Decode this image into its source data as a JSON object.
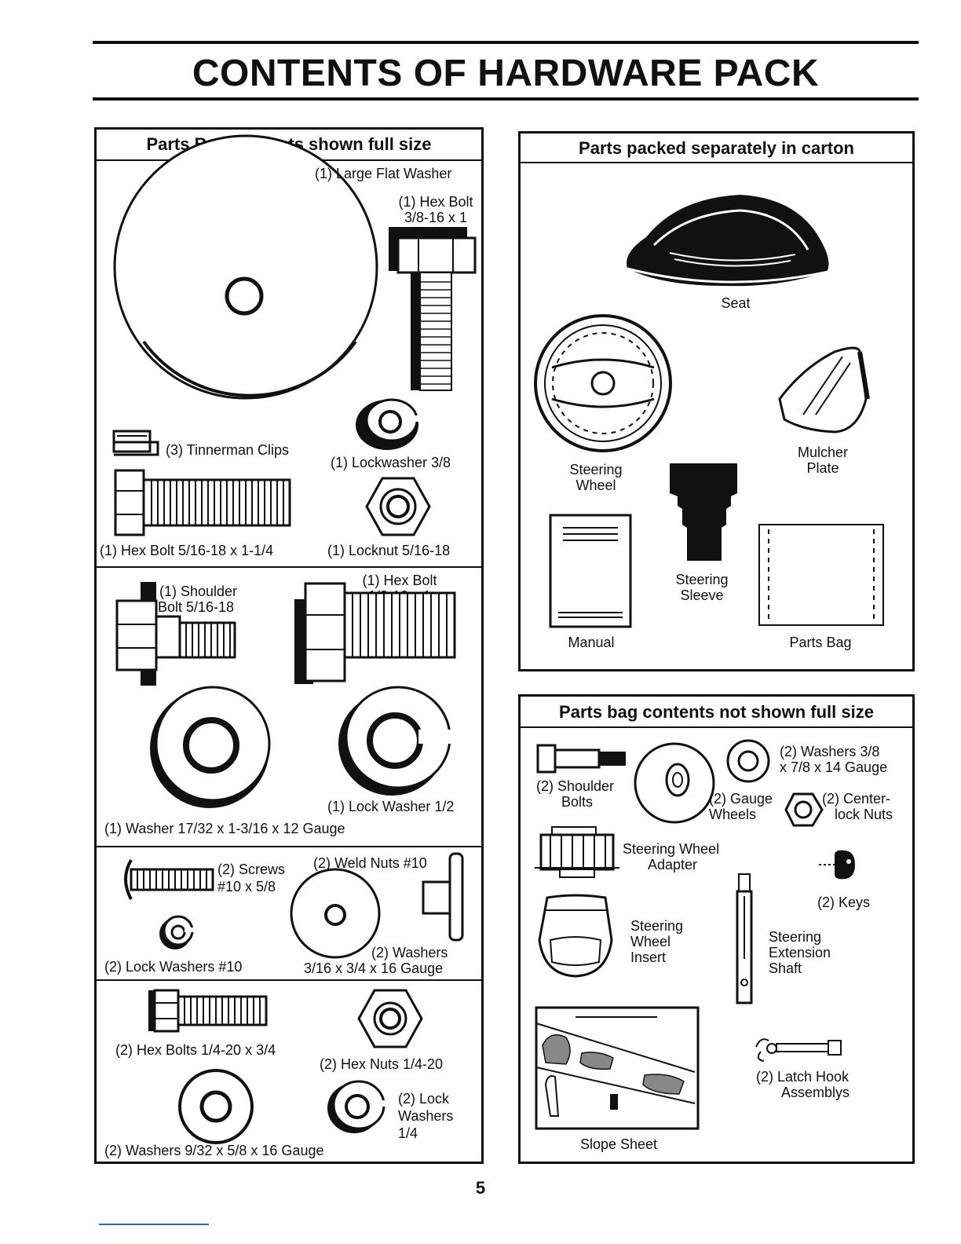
{
  "page": {
    "title": "CONTENTS OF HARDWARE PACK",
    "page_number": "5"
  },
  "left_panel": {
    "header": "Parts Bag contents shown full size",
    "sec1": {
      "large_flat_washer": "(1) Large Flat Washer",
      "hex_bolt_38_line1": "(1) Hex Bolt",
      "hex_bolt_38_line2": "3/8-16 x 1",
      "tinnerman_clips": "(3) Tinnerman Clips",
      "lockwasher_38": "(1) Lockwasher 3/8",
      "hex_bolt_516": "(1) Hex Bolt 5/16-18 x 1-1/4",
      "locknut_516": "(1) Locknut 5/16-18"
    },
    "sec2": {
      "shoulder_bolt_line1": "(1) Shoulder",
      "shoulder_bolt_line2": "Bolt 5/16-18",
      "hex_bolt_12_line1": "(1) Hex Bolt",
      "hex_bolt_12_line2": "1/2-13 x 1",
      "lock_washer_12": "(1) Lock Washer 1/2",
      "washer_1732": "(1) Washer 17/32 x 1-3/16 x 12 Gauge"
    },
    "sec3": {
      "screws_line1": "(2) Screws",
      "screws_line2": "#10 x 5/8",
      "weld_nuts": "(2) Weld Nuts #10",
      "lock_washers_10": "(2) Lock Washers #10",
      "washers_316_line1": "(2) Washers",
      "washers_316_line2": "3/16 x 3/4 x 16 Gauge"
    },
    "sec4": {
      "hex_bolts_14": "(2) Hex Bolts 1/4-20 x 3/4",
      "hex_nuts_14": "(2) Hex Nuts 1/4-20",
      "lock_washers_14_line1": "(2) Lock",
      "lock_washers_14_line2": "Washers",
      "lock_washers_14_line3": "1/4",
      "washers_932": "(2) Washers 9/32 x 5/8 x 16 Gauge"
    }
  },
  "carton_panel": {
    "header": "Parts packed separately in carton",
    "seat": "Seat",
    "steering_wheel_line1": "Steering",
    "steering_wheel_line2": "Wheel",
    "mulcher_plate_line1": "Mulcher",
    "mulcher_plate_line2": "Plate",
    "steering_sleeve_line1": "Steering",
    "steering_sleeve_line2": "Sleeve",
    "manual": "Manual",
    "parts_bag": "Parts Bag"
  },
  "not_full_size_panel": {
    "header": "Parts bag contents not shown full size",
    "shoulder_bolts_line1": "(2) Shoulder",
    "shoulder_bolts_line2": "Bolts",
    "gauge_wheels_line1": "(2) Gauge",
    "gauge_wheels_line2": "Wheels",
    "washers_38_line1": "(2) Washers 3/8",
    "washers_38_line2": "x 7/8 x 14 Gauge",
    "centerlock_nuts_line1": "(2) Center-",
    "centerlock_nuts_line2": "lock Nuts",
    "sw_adapter_line1": "Steering Wheel",
    "sw_adapter_line2": "Adapter",
    "keys": "(2) Keys",
    "sw_insert_line1": "Steering",
    "sw_insert_line2": "Wheel",
    "sw_insert_line3": "Insert",
    "ext_shaft_line1": "Steering",
    "ext_shaft_line2": "Extension",
    "ext_shaft_line3": "Shaft",
    "latch_hook_line1": "(2) Latch Hook",
    "latch_hook_line2": "Assemblys",
    "slope_sheet": "Slope Sheet"
  }
}
